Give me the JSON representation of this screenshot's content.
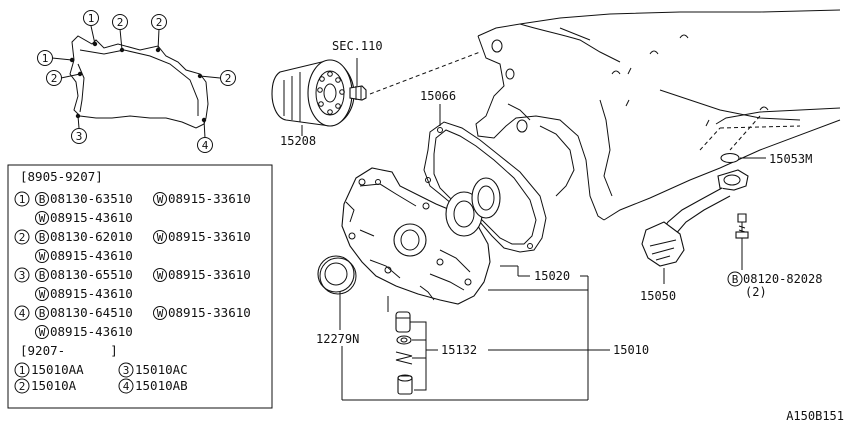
{
  "callouts": {
    "sec110": "SEC.110",
    "p15208": "15208",
    "p15066": "15066",
    "p15053M": "15053M",
    "p15020": "15020",
    "p15050": "15050",
    "bolt": "08120-82028",
    "bolt_qty": "(2)",
    "p12279N": "12279N",
    "p15132": "15132",
    "p15010": "15010",
    "drawing_id": "A150B151"
  },
  "key_markers": {
    "top": [
      "1",
      "2",
      "2"
    ],
    "left": [
      "1",
      "2"
    ],
    "right": "2",
    "bottom_left": "3",
    "bottom_right": "4"
  },
  "legend": {
    "period1": "[8905-9207]",
    "rows": [
      {
        "no": "1",
        "b": "08130-63510",
        "w1": "08915-33610",
        "w2": "08915-43610"
      },
      {
        "no": "2",
        "b": "08130-62010",
        "w1": "08915-33610",
        "w2": "08915-43610"
      },
      {
        "no": "3",
        "b": "08130-65510",
        "w1": "08915-33610",
        "w2": "08915-43610"
      },
      {
        "no": "4",
        "b": "08130-64510",
        "w1": "08915-33610",
        "w2": "08915-43610"
      }
    ],
    "period2": "[9207-      ]",
    "parts": [
      {
        "no": "1",
        "code": "15010AA"
      },
      {
        "no": "3",
        "code": "15010AC"
      },
      {
        "no": "2",
        "code": "15010A"
      },
      {
        "no": "4",
        "code": "15010AB"
      }
    ],
    "b_mark": "B",
    "w_mark": "W"
  }
}
